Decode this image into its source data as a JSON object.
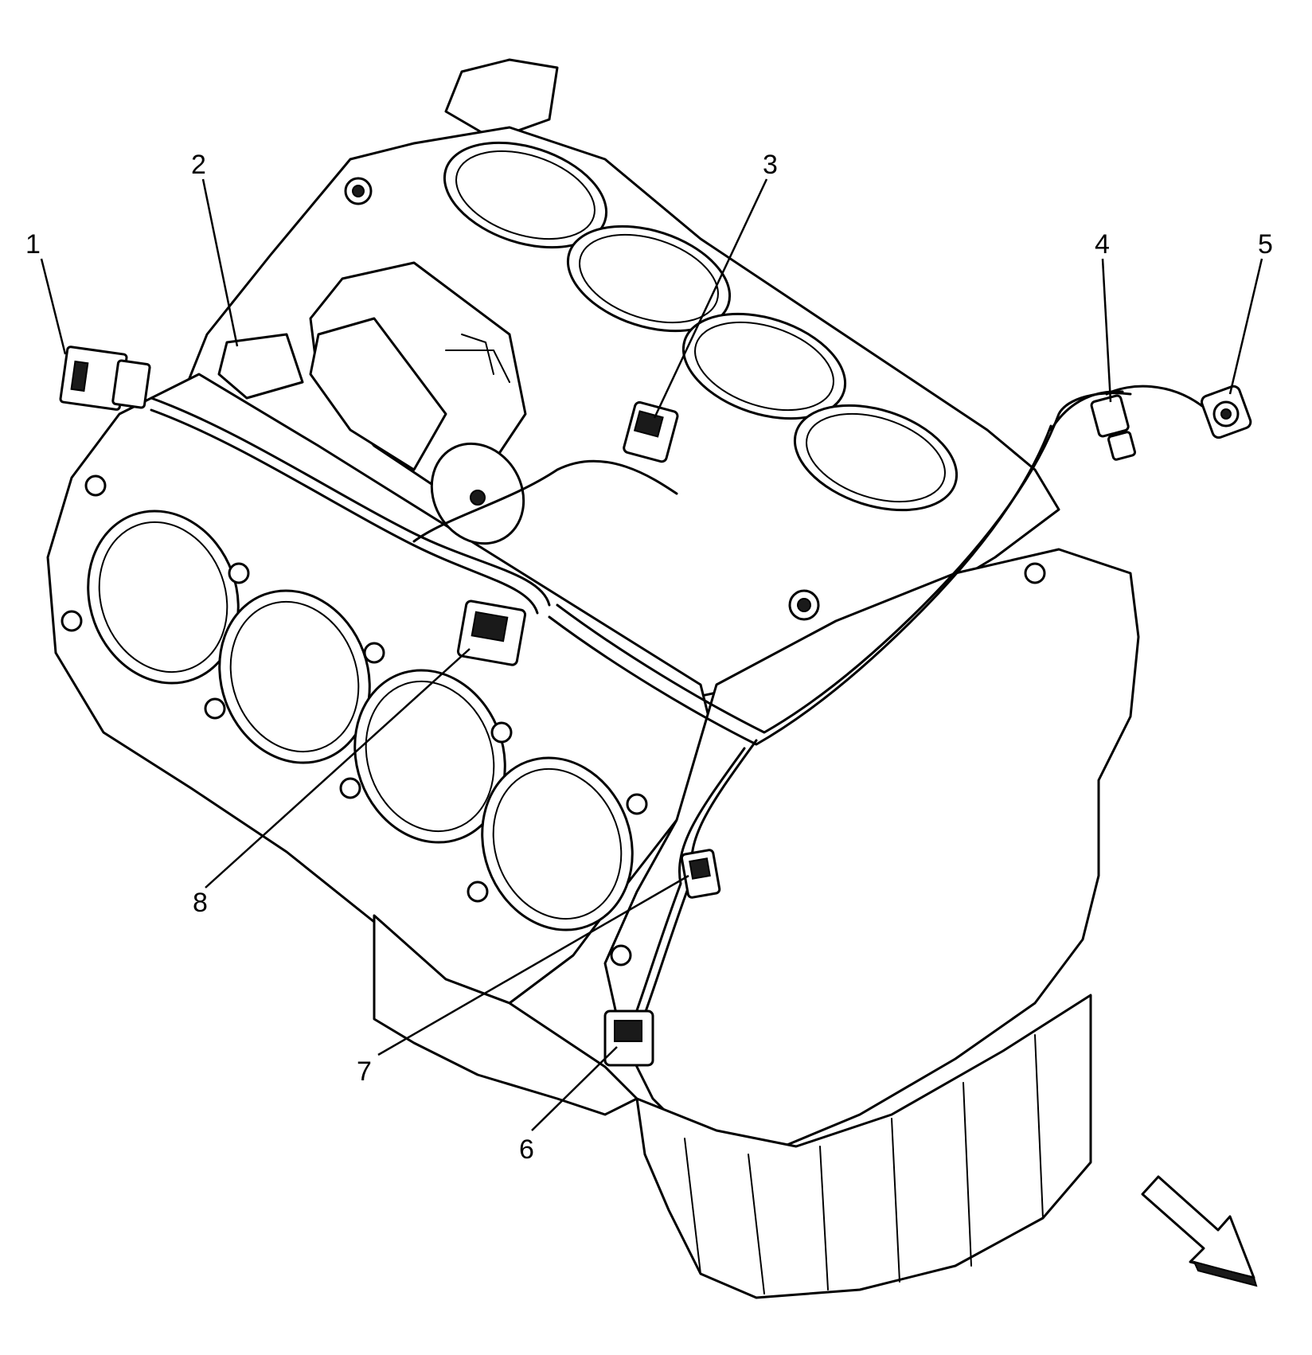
{
  "callouts": [
    {
      "id": "1",
      "label": "1"
    },
    {
      "id": "2",
      "label": "2"
    },
    {
      "id": "3",
      "label": "3"
    },
    {
      "id": "4",
      "label": "4"
    },
    {
      "id": "5",
      "label": "5"
    },
    {
      "id": "6",
      "label": "6"
    },
    {
      "id": "7",
      "label": "7"
    },
    {
      "id": "8",
      "label": "8"
    }
  ],
  "icons": {
    "view_arrow": "view-direction-arrow-icon"
  }
}
